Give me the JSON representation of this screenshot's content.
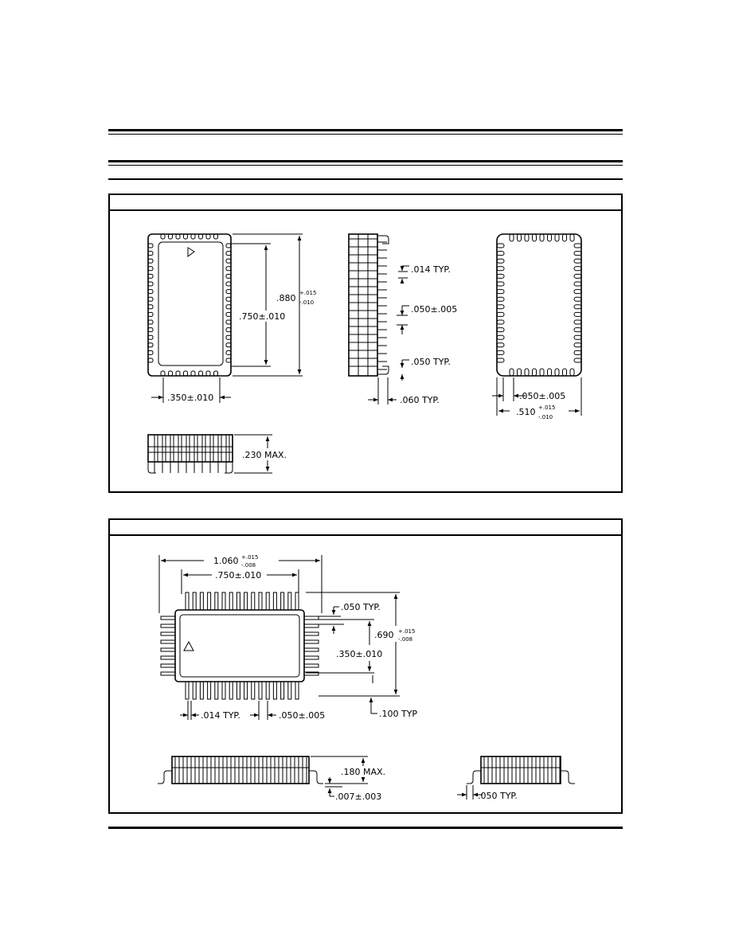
{
  "colors": {
    "ink": "#000000",
    "paper": "#ffffff"
  },
  "panel1": {
    "top_view": {
      "height_dim": ".880",
      "height_tol_plus": "+.015",
      "height_tol_minus": "-.010",
      "body_height": ".750±.010",
      "body_width": ".350±.010"
    },
    "side_view": {
      "lead_width": ".014 TYP.",
      "pitch": ".050±.005",
      "lead_length": ".050 TYP.",
      "lead_offset": ".060 TYP."
    },
    "bottom_view": {
      "pitch": ".050±.005",
      "width_dim": ".510",
      "width_tol_plus": "+.015",
      "width_tol_minus": "-.010"
    },
    "end_view": {
      "max_height": ".230 MAX."
    }
  },
  "panel2": {
    "top_view": {
      "overall_length": "1.060",
      "overall_tol_plus": "+.015",
      "overall_tol_minus": "-.008",
      "body_length": ".750±.010",
      "lead_pitch_side": ".050 TYP.",
      "overall_width": ".690",
      "width_tol_plus": "+.015",
      "width_tol_minus": "-.008",
      "body_width": ".350±.010",
      "lead_width": ".014 TYP.",
      "pitch": ".050±.005",
      "lead_length": ".100 TYP"
    },
    "side_view": {
      "max_height": ".180 MAX.",
      "standoff": ".007±.003"
    },
    "end_view": {
      "lead_foot": ".050 TYP."
    }
  }
}
